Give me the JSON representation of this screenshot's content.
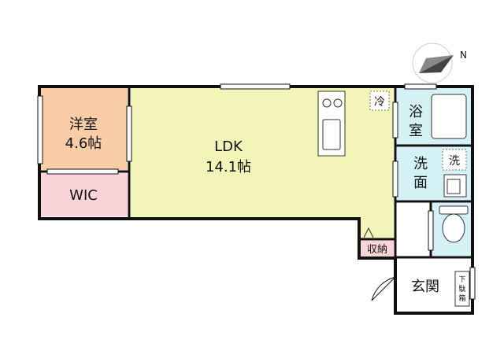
{
  "compass": {
    "label": "N"
  },
  "rooms": {
    "western_room": {
      "name": "洋室",
      "size": "4.6帖",
      "color": "#f9cda7"
    },
    "wic": {
      "name": "WIC",
      "color": "#f9d5d9"
    },
    "ldk": {
      "name": "LDK",
      "size": "14.1帖",
      "color": "#f2f4b8"
    },
    "bath": {
      "name_1": "浴",
      "name_2": "室",
      "color": "#d4f2f6"
    },
    "washroom": {
      "name_1": "洗",
      "name_2": "面",
      "color": "#d4f2f6"
    },
    "toilet": {
      "color": "#d4f2f6"
    },
    "entrance": {
      "name": "玄関"
    },
    "storage": {
      "name": "収納",
      "color": "#f9d5d9"
    }
  },
  "fixtures": {
    "fridge": "冷",
    "washer": "洗",
    "shoe_box_1": "下",
    "shoe_box_2": "駄",
    "shoe_box_3": "箱"
  },
  "colors": {
    "wall": "#111111",
    "compass_arrow": "#aaaaaa"
  }
}
